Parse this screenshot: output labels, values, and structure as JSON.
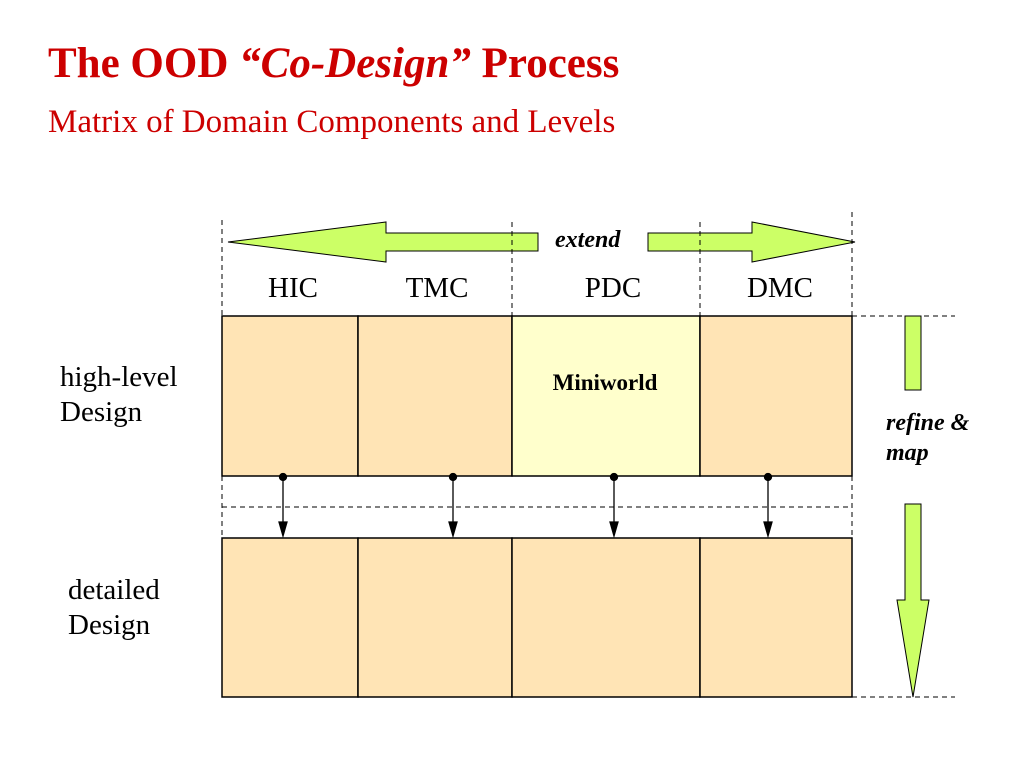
{
  "title": {
    "part1": "The OOD ",
    "part2": "“Co-Design”",
    "part3": " Process"
  },
  "subtitle": "Matrix of Domain Components and Levels",
  "columns": [
    "HIC",
    "TMC",
    "PDC",
    "DMC"
  ],
  "rows": [
    "high-level\nDesign",
    "detailed\nDesign"
  ],
  "cell_label": "Miniworld",
  "extend_label": "extend",
  "refine_label": "refine &\nmap",
  "colors": {
    "title": "#cc0000",
    "cell_fill": "#ffe4b5",
    "highlight_fill": "#ffffcc",
    "arrow_fill": "#ccff66"
  }
}
